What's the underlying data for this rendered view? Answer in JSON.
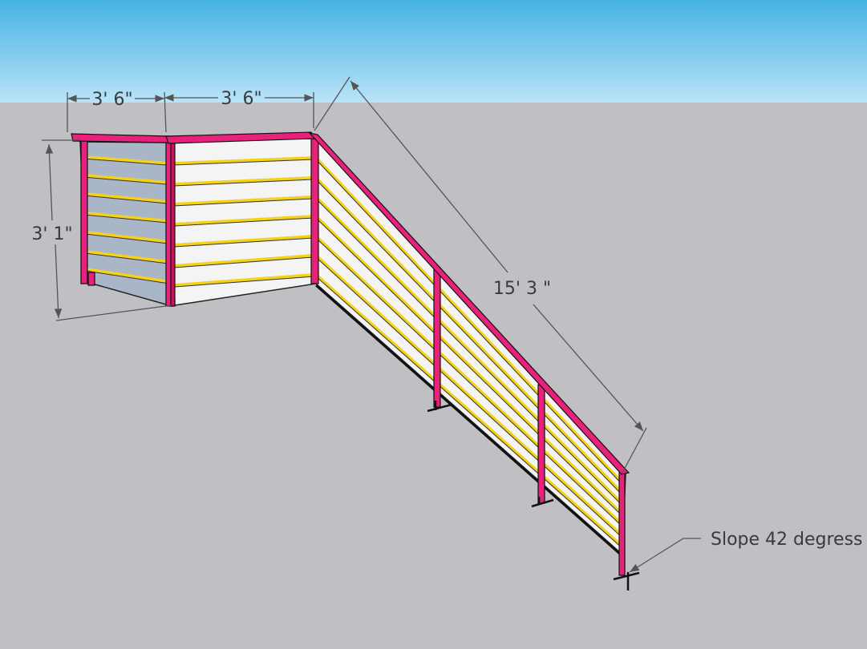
{
  "dimensions": {
    "left_width": "3' 6\"",
    "middle_width": "3' 6\"",
    "height": "3' 1\"",
    "stair_length": "15' 3 \"",
    "slope_note": "Slope 42 degress"
  },
  "colors": {
    "sky_top": "#46b2e3",
    "sky_bottom": "#b9e3f7",
    "ground": "#c0c0c4",
    "frame": "#e8217a",
    "cable": "#f5d21a",
    "panel_light": "#f4f4f4",
    "panel_shaded": "#a8b6c8",
    "dimension_line": "#555555"
  }
}
